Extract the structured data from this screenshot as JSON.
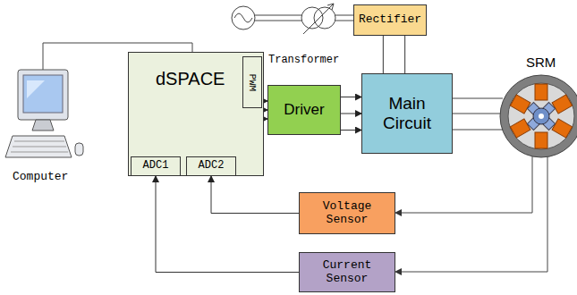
{
  "diagram": {
    "nodes": [
      {
        "text": [
          "dSPACE"
        ]
      },
      {
        "text": [
          "ADC1"
        ],
        "in": 0
      },
      {
        "text": [
          "ADC2"
        ],
        "in": 0
      },
      {
        "text": [
          "PWM"
        ],
        "in": 0
      },
      {
        "text": [
          "Rectifier"
        ]
      },
      {
        "text": [
          "Driver"
        ]
      },
      {
        "text": [
          "Main Circuit"
        ]
      },
      {
        "text": [
          "Voltage Sensor"
        ]
      },
      {
        "text": [
          "Current Sensor"
        ]
      }
    ],
    "edges": [
      {
        "from": 0,
        "to": 5,
        "arrow": "to"
      },
      {
        "from": 0,
        "to": 5,
        "arrow": "to"
      },
      {
        "from": 0,
        "to": 5,
        "arrow": "to"
      },
      {
        "from": 5,
        "to": 6,
        "arrow": "to"
      },
      {
        "from": 5,
        "to": 6,
        "arrow": "to"
      },
      {
        "from": 5,
        "to": 6,
        "arrow": "to"
      },
      {
        "from": 4,
        "to": 6,
        "arrow": "none"
      },
      {
        "from": 4,
        "to": 6,
        "arrow": "none"
      },
      {
        "from": 7,
        "to": 2,
        "arrow": "to"
      },
      {
        "from": 8,
        "to": 1,
        "arrow": "to"
      }
    ],
    "labels": [
      "Transformer",
      "Computer",
      "SRM"
    ]
  }
}
